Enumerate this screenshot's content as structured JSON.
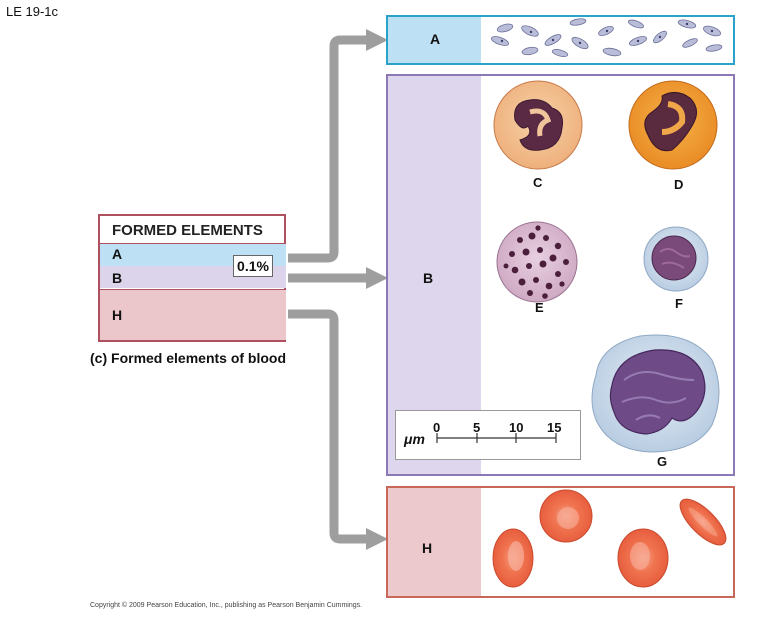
{
  "figure_label": "LE 19-1c",
  "copyright": "Copyright © 2009 Pearson Education, Inc., publishing as Pearson Benjamin Cummings.",
  "formed_elements": {
    "title": "FORMED ELEMENTS",
    "rows": [
      {
        "label": "A"
      },
      {
        "label": "B"
      },
      {
        "label": "H"
      }
    ],
    "percentage": "0.1%",
    "caption_prefix": "(c)",
    "caption": "Formed elements of blood"
  },
  "panels": {
    "a": {
      "label": "A"
    },
    "b": {
      "label": "B"
    },
    "h": {
      "label": "H"
    }
  },
  "cells": {
    "c": "C",
    "d": "D",
    "e": "E",
    "f": "F",
    "g": "G"
  },
  "scale_bar": {
    "unit": "μm",
    "ticks": [
      "0",
      "5",
      "10",
      "15"
    ]
  },
  "colors": {
    "arrow": "#9e9e9e",
    "panel_a_border": "#2aa3c9",
    "panel_b_border": "#8b78b4",
    "panel_h_border": "#c8685a",
    "row_a": "#bde0f4",
    "row_b": "#dcd4ea",
    "row_h": "#ebc6cb",
    "red_cell": "#e8684e"
  }
}
